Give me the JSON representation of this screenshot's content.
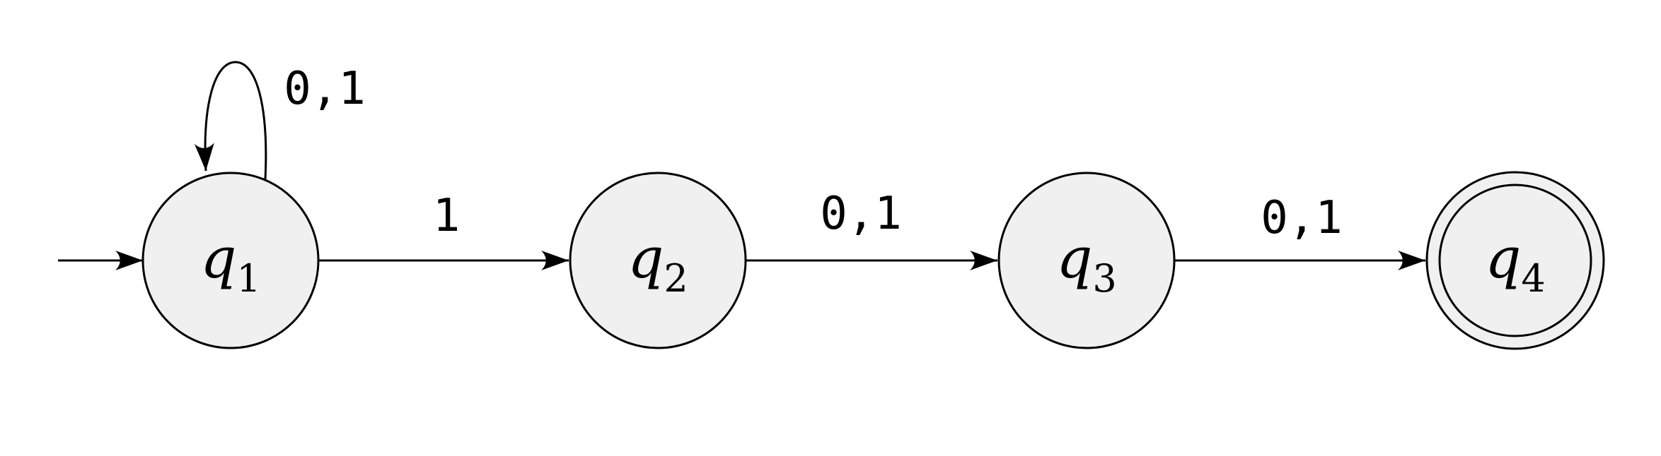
{
  "diagram": {
    "kind": "finite-automaton",
    "colors": {
      "background": "#ffffff",
      "state_fill": "#f0f0f0",
      "stroke": "#000000",
      "text": "#000000"
    },
    "states": [
      {
        "name": "q1",
        "base": "q",
        "sub": "1",
        "initial": true,
        "accepting": false
      },
      {
        "name": "q2",
        "base": "q",
        "sub": "2",
        "initial": false,
        "accepting": false
      },
      {
        "name": "q3",
        "base": "q",
        "sub": "3",
        "initial": false,
        "accepting": false
      },
      {
        "name": "q4",
        "base": "q",
        "sub": "4",
        "initial": false,
        "accepting": true
      }
    ],
    "transitions": [
      {
        "from": "q1",
        "to": "q1",
        "label": "0,1",
        "kind": "self-loop"
      },
      {
        "from": "q1",
        "to": "q2",
        "label": "1",
        "kind": "straight"
      },
      {
        "from": "q2",
        "to": "q3",
        "label": "0,1",
        "kind": "straight"
      },
      {
        "from": "q3",
        "to": "q4",
        "label": "0,1",
        "kind": "straight"
      }
    ]
  }
}
